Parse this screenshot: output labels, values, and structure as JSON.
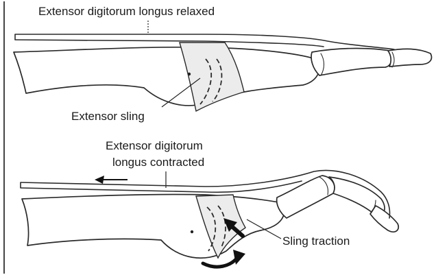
{
  "labels": {
    "top_tendon": "Extensor digitorum longus relaxed",
    "sling": "Extensor sling",
    "bottom_tendon_line1": "Extensor digitorum",
    "bottom_tendon_line2": "longus contracted",
    "traction": "Sling traction"
  }
}
